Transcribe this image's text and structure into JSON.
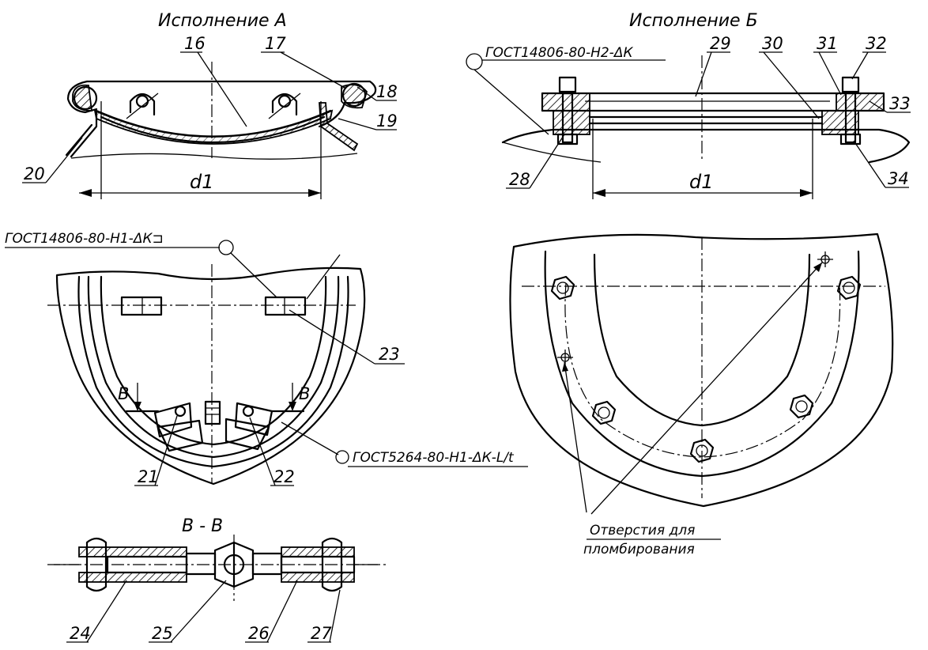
{
  "views": {
    "a_title": "Исполнение А",
    "b_title": "Исполнение Б",
    "section_title": "В - В"
  },
  "callouts": {
    "p16": "16",
    "p17": "17",
    "p18": "18",
    "p19": "19",
    "p20": "20",
    "p21": "21",
    "p22": "22",
    "p23": "23",
    "p24": "24",
    "p25": "25",
    "p26": "26",
    "p27": "27",
    "p28": "28",
    "p29": "29",
    "p30": "30",
    "p31": "31",
    "p32": "32",
    "p33": "33",
    "p34": "34"
  },
  "dimensions": {
    "d1_a": "d1",
    "d1_b": "d1"
  },
  "cut_marks": {
    "left": "В",
    "right": "В"
  },
  "weld_notes": {
    "gost_b_top": "ГОСТ14806-80-Н2-ΔК",
    "gost_a_mid": "ГОСТ14806-80-Н1-ΔК⊐",
    "gost_a_bottom": "ГОСТ5264-80-Н1-ΔК-L/t"
  },
  "holes_note": {
    "line1": "Отверстия для",
    "line2": "пломбирования"
  }
}
